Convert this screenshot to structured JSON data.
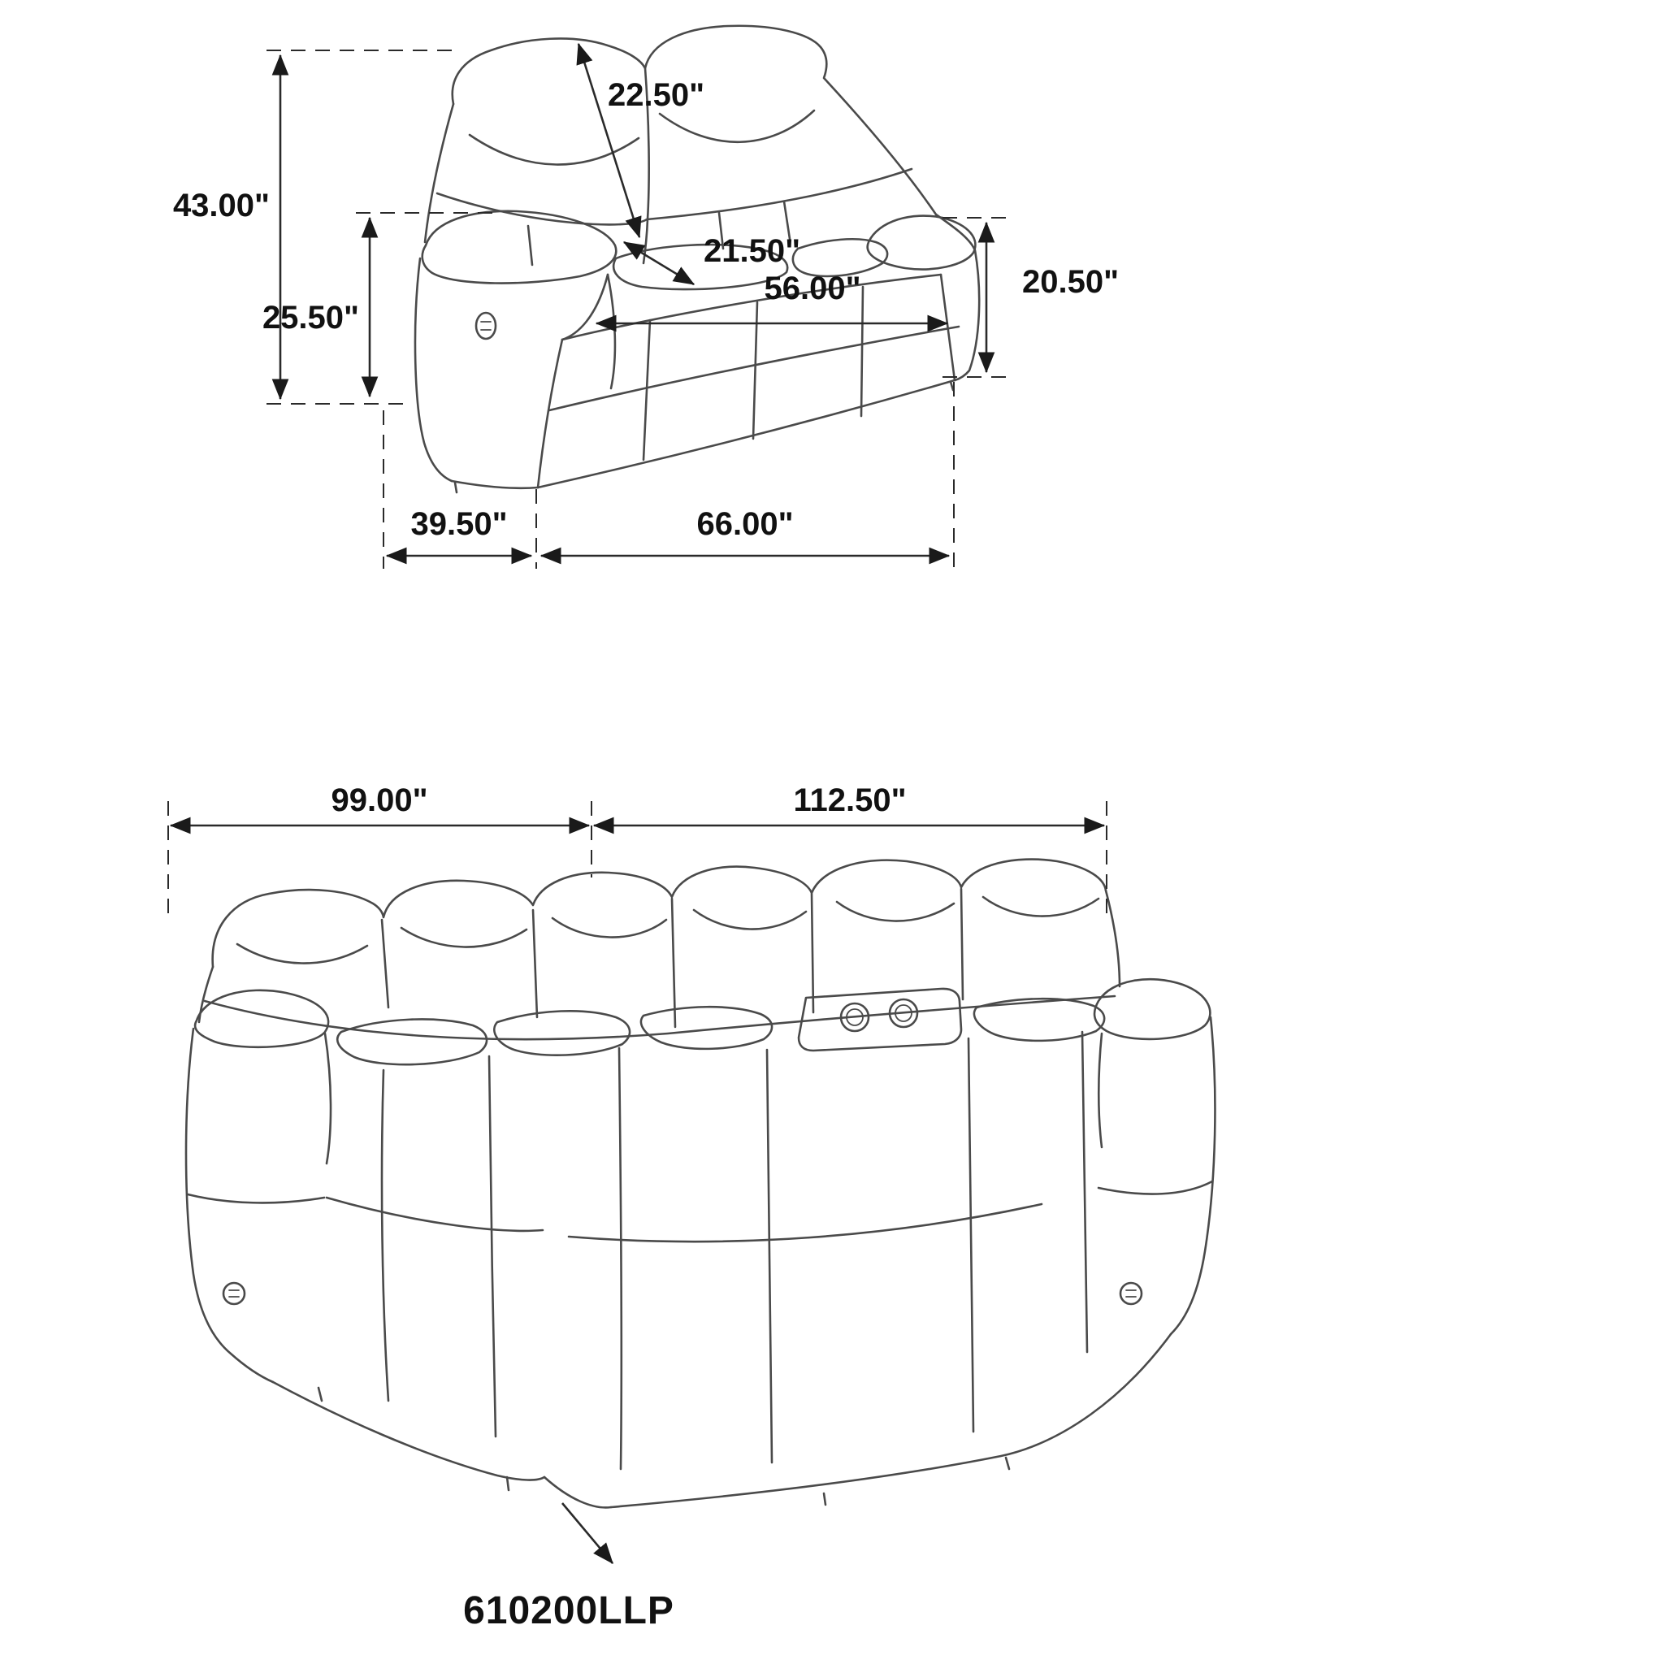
{
  "drawing": {
    "background": "#ffffff",
    "line_color": "#4a4a4a",
    "dimension_color": "#2a2a2a",
    "text_color": "#111111"
  },
  "loveseat": {
    "view": "power-loveseat-dimension-drawing",
    "dimensions": {
      "overall_height": "43.00\"",
      "back_diagonal": "22.50\"",
      "arm_height": "25.50\"",
      "seat_depth": "21.50\"",
      "inner_seat_width": "56.00\"",
      "arm_to_floor_right": "20.50\"",
      "overall_depth": "39.50\"",
      "overall_width": "66.00\""
    }
  },
  "sectional": {
    "view": "power-sectional-dimension-drawing",
    "dimensions": {
      "left_side_width": "99.00\"",
      "right_side_width": "112.50\""
    },
    "product_code": "610200LLP"
  }
}
